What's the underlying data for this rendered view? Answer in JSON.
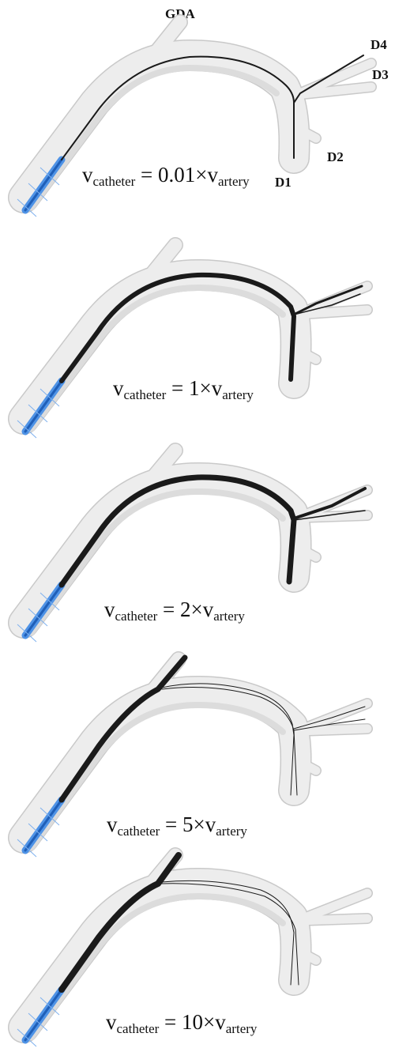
{
  "labels": {
    "gda": "GDA",
    "d1": "D1",
    "d2": "D2",
    "d3": "D3",
    "d4": "D4"
  },
  "panels": [
    {
      "v": "v",
      "sub1": "catheter",
      "mid": " = 0.01×v",
      "sub2": "artery",
      "wires": "single"
    },
    {
      "v": "v",
      "sub1": "catheter",
      "mid": " = 1×v",
      "sub2": "artery",
      "wires": "bundle-d1-d4"
    },
    {
      "v": "v",
      "sub1": "catheter",
      "mid": " = 2×v",
      "sub2": "artery",
      "wires": "bundle-wide"
    },
    {
      "v": "v",
      "sub1": "catheter",
      "mid": " = 5×v",
      "sub2": "artery",
      "wires": "bundle-gda"
    },
    {
      "v": "v",
      "sub1": "catheter",
      "mid": " = 10×v",
      "sub2": "artery",
      "wires": "mostly-gda"
    }
  ],
  "colors": {
    "vessel": "#ededed",
    "vessel_edge": "#c9c9c9",
    "catheter": "#4f93e6",
    "guidewire": "#1a1a1a"
  }
}
